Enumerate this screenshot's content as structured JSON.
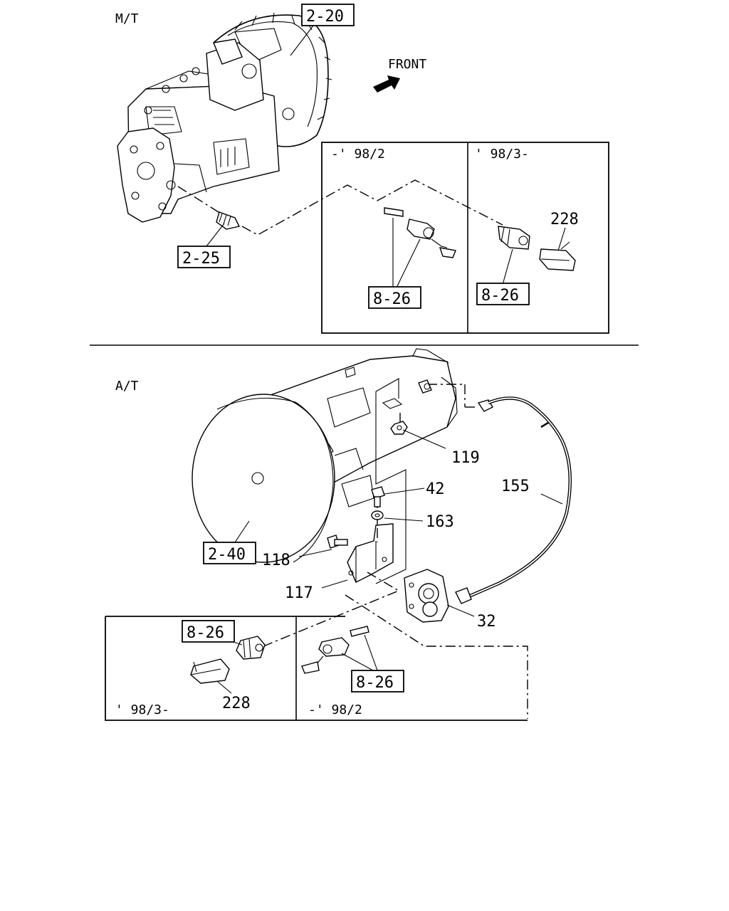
{
  "sections": {
    "mt": "M/T",
    "at": "A/T"
  },
  "front": "FRONT",
  "mt_inset": {
    "left_title": "-' 98/2",
    "right_title": "' 98/3-"
  },
  "at_inset": {
    "left_title": "' 98/3-",
    "right_title": "-' 98/2"
  },
  "refs": {
    "r_2_20": "2-20",
    "r_2_25": "2-25",
    "r_8_26_a": "8-26",
    "r_8_26_b": "8-26",
    "r_2_40": "2-40",
    "r_8_26_c": "8-26",
    "r_8_26_d": "8-26"
  },
  "parts": {
    "p228_top": "228",
    "p119": "119",
    "p155": "155",
    "p42": "42",
    "p163": "163",
    "p118": "118",
    "p117": "117",
    "p32": "32",
    "p228_bottom": "228"
  }
}
